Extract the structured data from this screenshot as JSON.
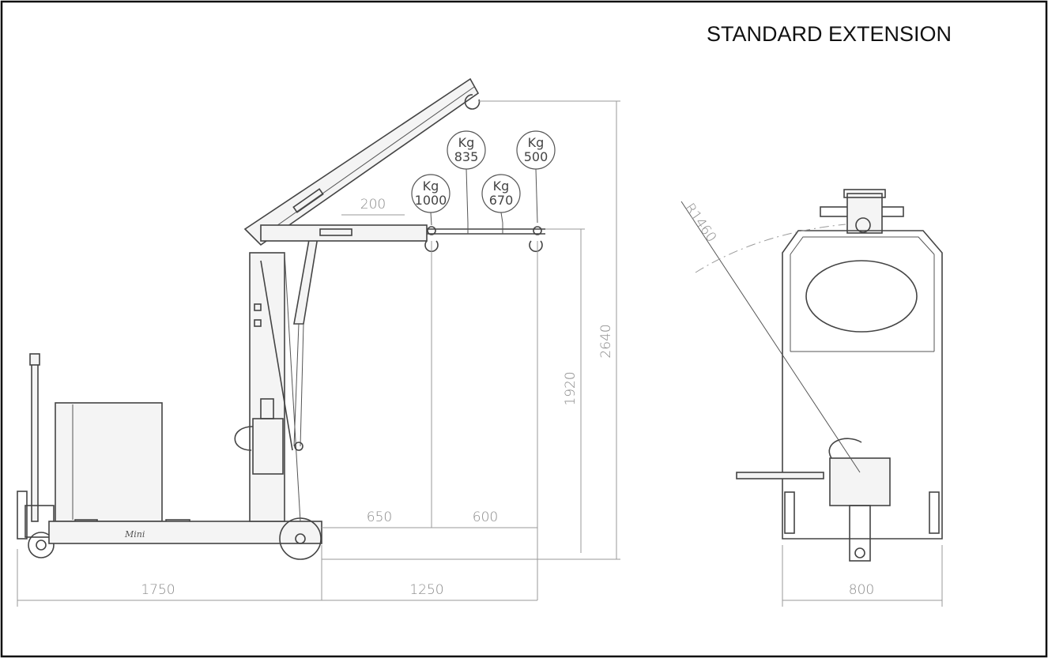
{
  "title": "STANDARD EXTENSION",
  "dimensions": {
    "d_200": "200",
    "d_2640": "2640",
    "d_1920": "1920",
    "d_650": "650",
    "d_600": "600",
    "d_1750": "1750",
    "d_1250": "1250",
    "d_800": "800",
    "radius": "R1460"
  },
  "load_balloons": [
    {
      "unit": "Kg",
      "value": "835"
    },
    {
      "unit": "Kg",
      "value": "500"
    },
    {
      "unit": "Kg",
      "value": "1000"
    },
    {
      "unit": "Kg",
      "value": "670"
    }
  ],
  "logo_text": "Mini"
}
